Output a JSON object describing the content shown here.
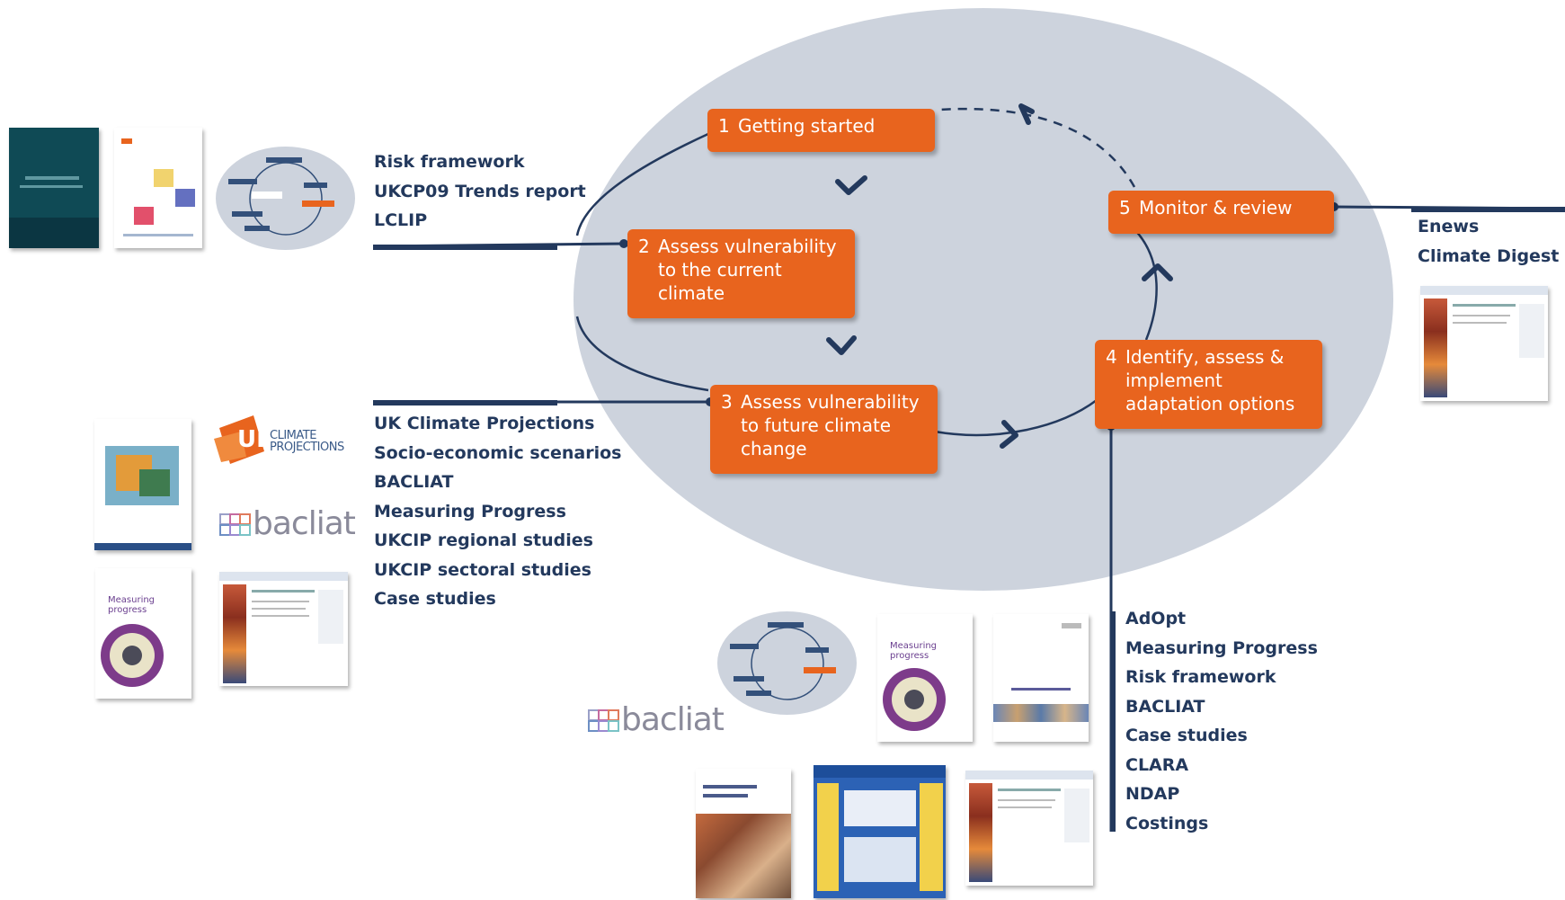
{
  "steps": [
    {
      "num": "1",
      "label": "Getting started"
    },
    {
      "num": "2",
      "label": "Assess vulnerability to the current climate"
    },
    {
      "num": "3",
      "label": "Assess vulnerability to future climate change"
    },
    {
      "num": "4",
      "label": "Identify, assess & implement adaptation options"
    },
    {
      "num": "5",
      "label": "Monitor & review"
    }
  ],
  "resources_step2": [
    "Risk framework",
    "UKCP09 Trends report",
    "LCLIP"
  ],
  "resources_step3": [
    "UK Climate Projections",
    "Socio-economic scenarios",
    "BACLIAT",
    "Measuring Progress",
    "UKCIP regional studies",
    "UKCIP sectoral studies",
    "Case studies"
  ],
  "resources_step4": [
    "AdOpt",
    "Measuring Progress",
    "Risk framework",
    "BACLIAT",
    "Case studies",
    "CLARA",
    "NDAP",
    "Costings"
  ],
  "resources_step5": [
    "Enews",
    "Climate Digest"
  ],
  "logos": {
    "ukcp_uk": "UK",
    "ukcp_text": "CLIMATE PROJECTIONS",
    "bacliat_1": "bacliat",
    "bacliat_2": "bacliat"
  },
  "thumbnails": {
    "measuring_title_1": "Measuring progress",
    "measuring_title_2": "Measuring progress"
  },
  "colors": {
    "step_orange": "#e8641e",
    "navy": "#23395d",
    "oval_gray": "#cdd3dd"
  }
}
